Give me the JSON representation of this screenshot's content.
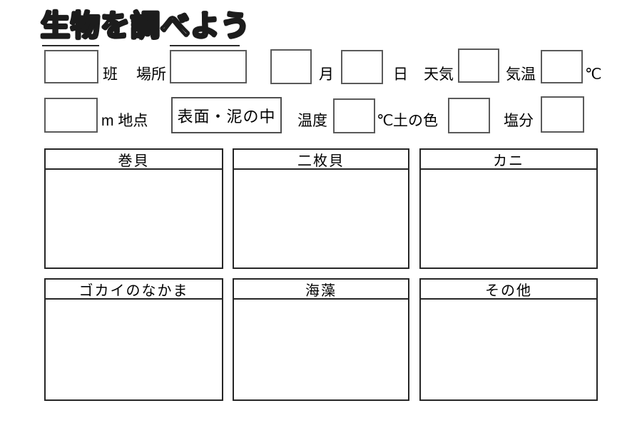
{
  "title": "生物を調べよう",
  "row1": {
    "group_suffix": "班",
    "place_label": "場所",
    "month_suffix": "月",
    "day_suffix": "日",
    "weather_label": "天気",
    "air_temp_label": "気温",
    "celsius_suffix": "℃"
  },
  "row2": {
    "distance_suffix": "m 地点",
    "surface_option": "表面・泥の中",
    "water_temp_label": "温度",
    "celsius_suffix": "℃",
    "soil_color_label": "土の色",
    "salinity_label": "塩分"
  },
  "categories": [
    {
      "label": "巻貝"
    },
    {
      "label": "二枚貝"
    },
    {
      "label": "カニ"
    },
    {
      "label": "ゴカイのなかま"
    },
    {
      "label": "海藻"
    },
    {
      "label": "その他"
    }
  ]
}
